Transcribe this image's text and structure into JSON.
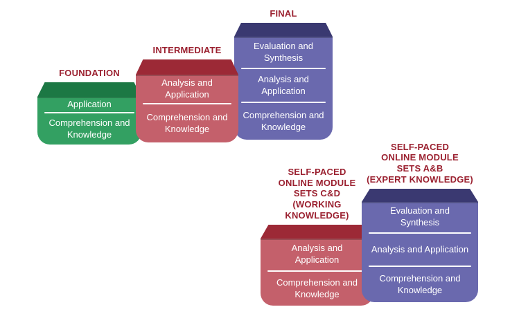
{
  "canvas": {
    "background": "#FFFFFF",
    "label_color": "#9B2130",
    "section_text_color": "#FFFFFF",
    "divider_color": "#FFFFFF"
  },
  "blocks": [
    {
      "name": "foundation",
      "label_lines": [
        "FOUNDATION"
      ],
      "body_color": "#33A062",
      "lid_color": "#1C7844",
      "sections": [
        "Application",
        "Comprehension and Knowledge"
      ]
    },
    {
      "name": "intermediate",
      "label_lines": [
        "INTERMEDIATE"
      ],
      "body_color": "#C4606B",
      "lid_color": "#9C2936",
      "sections": [
        "Analysis and Application",
        "Comprehension and Knowledge"
      ]
    },
    {
      "name": "final",
      "label_lines": [
        "FINAL"
      ],
      "body_color": "#6A69AE",
      "lid_color": "#3A3971",
      "sections": [
        "Evaluation and Synthesis",
        "Analysis and Application",
        "Comprehension and Knowledge"
      ]
    },
    {
      "name": "self-paced-online-module-sets-cd",
      "label_lines": [
        "SELF-PACED",
        "ONLINE MODULE",
        "SETS C&D",
        "(WORKING",
        "KNOWLEDGE)"
      ],
      "body_color": "#C4606B",
      "lid_color": "#9C2936",
      "sections": [
        "Analysis and Application",
        "Comprehension and Knowledge"
      ]
    },
    {
      "name": "self-paced-online-module-sets-ab",
      "label_lines": [
        "SELF-PACED",
        "ONLINE MODULE",
        "SETS A&B",
        "(EXPERT KNOWLEDGE)"
      ],
      "body_color": "#6A69AE",
      "lid_color": "#3A3971",
      "sections": [
        "Evaluation and Synthesis",
        "Analysis and Application",
        "Comprehension and Knowledge"
      ]
    }
  ]
}
